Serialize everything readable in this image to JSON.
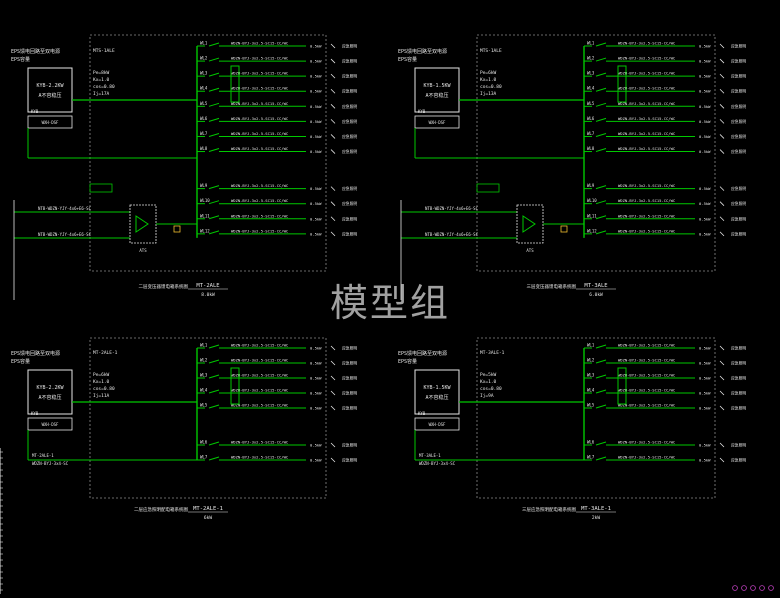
{
  "watermark": "模型组",
  "colors": {
    "background": "#000000",
    "line": "#00c800",
    "text": "#e6e6e6",
    "frame": "#8a8a8a",
    "accent": "#ffffff",
    "pink": "#c040c0"
  },
  "panels": [
    {
      "id": "tl",
      "eps_line1": "EPS馈电回路至双电源",
      "eps_line2": "EPS容量",
      "ups_label": "KYB-2.2KW",
      "ups_sub": "A不容稳压",
      "box_label": "KYB",
      "meter": "WXH-DSF",
      "params": [
        "Pe=8kW",
        "Kx=1.0",
        "cos=0.80",
        "Ij=17A"
      ],
      "feeder_top": "MTS-1ALE",
      "title": "二层变压器馈电箱系统图",
      "panel_id": "MT-2ALE",
      "panel_sub": "8.0kW",
      "in_label1": "NTB-WDZN-YJY-4x6+E6-SC",
      "in_label2": "NTB-WDZN-YJY-4x6+E6-SC",
      "breaker_label": "ATS",
      "out_count": 12
    },
    {
      "id": "tr",
      "eps_line1": "EPS馈电回路至双电源",
      "eps_line2": "EPS容量",
      "ups_label": "KYB-1.5KW",
      "ups_sub": "A不容稳压",
      "box_label": "KYB",
      "meter": "WXH-DSF",
      "params": [
        "Pe=6kW",
        "Kx=1.0",
        "cos=0.80",
        "Ij=13A"
      ],
      "feeder_top": "MTS-1ALE",
      "title": "三层变压器馈电箱系统图",
      "panel_id": "MT-3ALE",
      "panel_sub": "6.0kW",
      "in_label1": "NTB-WDZN-YJY-4x6+E6-SC",
      "in_label2": "NTB-WDZN-YJY-4x6+E6-SC",
      "breaker_label": "ATS",
      "out_count": 12
    },
    {
      "id": "bl",
      "eps_line1": "EPS馈电回路至双电源",
      "eps_line2": "EPS容量",
      "ups_label": "KYB-2.2KW",
      "ups_sub": "A不容稳压",
      "box_label": "KYB",
      "meter": "WXH-DSF",
      "params": [
        "Pe=6kW",
        "Kx=1.0",
        "cos=0.80",
        "Ij=11A"
      ],
      "feeder_top": "MT-2ALE-1",
      "title": "二层应急照明配电箱系统图",
      "panel_id": "MT-2ALE-1",
      "panel_sub": "6kW",
      "in_label1": "MT-2ALE-1",
      "in_label2": "WDZN-BYJ-3x4-SC",
      "breaker_label": "",
      "out_count": 7
    },
    {
      "id": "br",
      "eps_line1": "EPS馈电回路至双电源",
      "eps_line2": "EPS容量",
      "ups_label": "KYB-1.5KW",
      "ups_sub": "A不容稳压",
      "box_label": "KYB",
      "meter": "WXH-DSF",
      "params": [
        "Pe=5kW",
        "Kx=1.0",
        "cos=0.80",
        "Ij=9A"
      ],
      "feeder_top": "MT-3ALE-1",
      "title": "三层应急照明配电箱系统图",
      "panel_id": "MT-3ALE-1",
      "panel_sub": "2kW",
      "in_label1": "MT-3ALE-1",
      "in_label2": "WDZN-BYJ-3x4-SC",
      "breaker_label": "",
      "out_count": 7
    }
  ],
  "circuit_labels": [
    "WL1",
    "WL2",
    "WL3",
    "WL4",
    "WL5",
    "WL6",
    "WL7",
    "WL8",
    "WL9",
    "WL10",
    "WL11",
    "WL12"
  ],
  "circuit_text": "WDZN-BYJ-3x2.5-SC15-CC/WC",
  "circuit_kw": "0.5kW",
  "circuit_desc": "应急照明"
}
